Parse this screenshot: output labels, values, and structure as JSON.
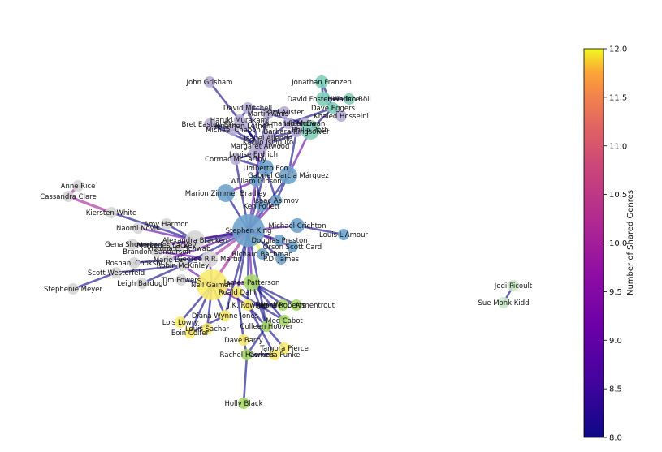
{
  "colorbar": {
    "label": "Number of Shared Genres",
    "ticks": [
      "8.0",
      "8.5",
      "9.0",
      "9.5",
      "10.0",
      "10.5",
      "11.0",
      "11.5",
      "12.0"
    ],
    "min": 8.0,
    "max": 12.0,
    "colormap": "plasma"
  },
  "community_colors": {
    "literary": "#b8aed6",
    "literary-green": "#7fd1b9",
    "genre-blue": "#6fa4cc",
    "fantasy-gray": "#d6d6d6",
    "children-yellow": "#f8eb6e",
    "ya-green": "#a8d86a",
    "small-green": "#c9e8c6"
  },
  "nodes": [
    {
      "id": "john_grisham",
      "label": "John Grisham",
      "group": "literary"
    },
    {
      "id": "jonathan_franzen",
      "label": "Jonathan Franzen",
      "group": "literary-green"
    },
    {
      "id": "david_foster_wallace",
      "label": "David Foster Wallace",
      "group": "literary-green"
    },
    {
      "id": "heinrich_boll",
      "label": "Heinrich Böll",
      "group": "literary-green"
    },
    {
      "id": "dave_eggers",
      "label": "Dave Eggers",
      "group": "literary-green"
    },
    {
      "id": "khaled_hosseini",
      "label": "Khaled Hosseini",
      "group": "literary"
    },
    {
      "id": "david_mitchell",
      "label": "David Mitchell",
      "group": "literary"
    },
    {
      "id": "martin_amis",
      "label": "Martin Amis",
      "group": "literary"
    },
    {
      "id": "paul_auster",
      "label": "Paul Auster",
      "group": "literary"
    },
    {
      "id": "haruki_murakami",
      "label": "Haruki Murakami",
      "group": "literary"
    },
    {
      "id": "salman_rushdie",
      "label": "Salman Rushdie",
      "group": "literary"
    },
    {
      "id": "ian_mcewan",
      "label": "Ian McEwan",
      "group": "literary"
    },
    {
      "id": "philip_roth",
      "label": "Philip Roth",
      "group": "literary-green"
    },
    {
      "id": "bret_easton_ellis",
      "label": "Bret Easton Ellis",
      "group": "literary"
    },
    {
      "id": "jonathan_lethem",
      "label": "Jonathan Lethem",
      "group": "literary"
    },
    {
      "id": "michael_chabon",
      "label": "Michael Chabon",
      "group": "literary"
    },
    {
      "id": "barbara_kingsolver",
      "label": "Barbara Kingsolver",
      "group": "literary"
    },
    {
      "id": "isabel_allende",
      "label": "Isabel Allende",
      "group": "literary"
    },
    {
      "id": "kazuo_ishiguro",
      "label": "Kazuo Ishiguro",
      "group": "literary"
    },
    {
      "id": "margaret_atwood",
      "label": "Margaret Atwood",
      "group": "literary"
    },
    {
      "id": "louise_erdrich",
      "label": "Louise Erdrich",
      "group": "literary"
    },
    {
      "id": "cormac_mccarthy",
      "label": "Cormac McCarthy",
      "group": "literary"
    },
    {
      "id": "umberto_eco",
      "label": "Umberto Eco",
      "group": "genre-blue"
    },
    {
      "id": "gabriel_garcia_marquez",
      "label": "Gabriel García Márquez",
      "group": "genre-blue"
    },
    {
      "id": "william_gibson",
      "label": "William Gibson",
      "group": "genre-blue"
    },
    {
      "id": "marion_zimmer_bradley",
      "label": "Marion Zimmer Bradley",
      "group": "genre-blue"
    },
    {
      "id": "isaac_asimov",
      "label": "Isaac Asimov",
      "group": "genre-blue"
    },
    {
      "id": "ken_follett",
      "label": "Ken Follett",
      "group": "genre-blue"
    },
    {
      "id": "stephen_king",
      "label": "Stephen King",
      "group": "genre-blue"
    },
    {
      "id": "michael_crichton",
      "label": "Michael Crichton",
      "group": "genre-blue"
    },
    {
      "id": "louis_lamour",
      "label": "Louis L'Amour",
      "group": "genre-blue"
    },
    {
      "id": "douglas_preston",
      "label": "Douglas Preston",
      "group": "genre-blue"
    },
    {
      "id": "orson_scott_card",
      "label": "Orson Scott Card",
      "group": "genre-blue"
    },
    {
      "id": "richard_bachman",
      "label": "Richard Bachman",
      "group": "genre-blue"
    },
    {
      "id": "pd_james",
      "label": "P.D. James",
      "group": "genre-blue"
    },
    {
      "id": "anne_rice",
      "label": "Anne Rice",
      "group": "fantasy-gray"
    },
    {
      "id": "cassandra_clare",
      "label": "Cassandra Clare",
      "group": "fantasy-gray"
    },
    {
      "id": "kiersten_white",
      "label": "Kiersten White",
      "group": "fantasy-gray"
    },
    {
      "id": "naomi_novik",
      "label": "Naomi Novik",
      "group": "fantasy-gray"
    },
    {
      "id": "amy_harmon",
      "label": "Amy Harmon",
      "group": "fantasy-gray"
    },
    {
      "id": "alexandra_bracken",
      "label": "Alexandra Bracken",
      "group": "fantasy-gray"
    },
    {
      "id": "gena_showalter",
      "label": "Gena Showalter",
      "group": "fantasy-gray"
    },
    {
      "id": "mercedes_lackey",
      "label": "Mercedes Lackey",
      "group": "fantasy-gray"
    },
    {
      "id": "victoria_schwab",
      "label": "Victoria E. Schwab",
      "group": "fantasy-gray"
    },
    {
      "id": "brandon_sanderson",
      "label": "Brandon Sanderson",
      "group": "fantasy-gray"
    },
    {
      "id": "george_rr_martin",
      "label": "George R.R. Martin",
      "group": "fantasy-gray"
    },
    {
      "id": "marie_lu",
      "label": "Marie Lu",
      "group": "fantasy-gray"
    },
    {
      "id": "roshani_chokshi",
      "label": "Roshani Chokshi",
      "group": "fantasy-gray"
    },
    {
      "id": "robin_mckinley",
      "label": "Robin McKinley",
      "group": "fantasy-gray"
    },
    {
      "id": "scott_westerfeld",
      "label": "Scott Westerfeld",
      "group": "fantasy-gray"
    },
    {
      "id": "leigh_bardugo",
      "label": "Leigh Bardugo",
      "group": "fantasy-gray"
    },
    {
      "id": "tim_powers",
      "label": "Tim Powers",
      "group": "fantasy-gray"
    },
    {
      "id": "stephenie_meyer",
      "label": "Stephenie Meyer",
      "group": "fantasy-gray"
    },
    {
      "id": "neil_gaiman",
      "label": "Neil Gaiman",
      "group": "children-yellow"
    },
    {
      "id": "james_patterson",
      "label": "James Patterson",
      "group": "ya-green"
    },
    {
      "id": "roald_dahl",
      "label": "Roald Dahl",
      "group": "children-yellow"
    },
    {
      "id": "jk_rowling",
      "label": "J.K. Rowling",
      "group": "children-yellow"
    },
    {
      "id": "nora_roberts",
      "label": "Nora Roberts",
      "group": "ya-green"
    },
    {
      "id": "jennifer_armentrout",
      "label": "Jennifer L. Armentrout",
      "group": "ya-green"
    },
    {
      "id": "diana_wynne_jones",
      "label": "Diana Wynne Jones",
      "group": "children-yellow"
    },
    {
      "id": "lois_lowry",
      "label": "Lois Lowry",
      "group": "children-yellow"
    },
    {
      "id": "meg_cabot",
      "label": "Meg Cabot",
      "group": "ya-green"
    },
    {
      "id": "louis_sachar",
      "label": "Louis Sachar",
      "group": "children-yellow"
    },
    {
      "id": "colleen_hoover",
      "label": "Colleen Hoover",
      "group": "ya-green"
    },
    {
      "id": "eoin_colfer",
      "label": "Eoin Colfer",
      "group": "children-yellow"
    },
    {
      "id": "dave_barry",
      "label": "Dave Barry",
      "group": "children-yellow"
    },
    {
      "id": "tamora_pierce",
      "label": "Tamora Pierce",
      "group": "children-yellow"
    },
    {
      "id": "rachel_hawkins",
      "label": "Rachel Hawkins",
      "group": "ya-green"
    },
    {
      "id": "cornelia_funke",
      "label": "Cornelia Funke",
      "group": "children-yellow"
    },
    {
      "id": "holly_black",
      "label": "Holly Black",
      "group": "ya-green"
    },
    {
      "id": "jodi_picoult",
      "label": "Jodi Picoult",
      "group": "small-green"
    },
    {
      "id": "sue_monk_kidd",
      "label": "Sue Monk Kidd",
      "group": "small-green"
    }
  ],
  "edges": [
    {
      "source": "stephen_king",
      "target": "neil_gaiman",
      "weight": 10
    },
    {
      "source": "stephen_king",
      "target": "richard_bachman",
      "weight": 12
    },
    {
      "source": "stephen_king",
      "target": "alexandra_bracken",
      "weight": 10
    },
    {
      "source": "stephen_king",
      "target": "james_patterson",
      "weight": 9
    },
    {
      "source": "stephen_king",
      "target": "ken_follett",
      "weight": 9
    },
    {
      "source": "stephen_king",
      "target": "isaac_asimov",
      "weight": 9
    },
    {
      "source": "stephen_king",
      "target": "michael_crichton",
      "weight": 9
    },
    {
      "source": "stephen_king",
      "target": "douglas_preston",
      "weight": 8
    },
    {
      "source": "stephen_king",
      "target": "orson_scott_card",
      "weight": 9
    },
    {
      "source": "stephen_king",
      "target": "pd_james",
      "weight": 8
    },
    {
      "source": "stephen_king",
      "target": "marion_zimmer_bradley",
      "weight": 8
    },
    {
      "source": "stephen_king",
      "target": "william_gibson",
      "weight": 9
    },
    {
      "source": "stephen_king",
      "target": "umberto_eco",
      "weight": 8
    },
    {
      "source": "stephen_king",
      "target": "gabriel_garcia_marquez",
      "weight": 8
    },
    {
      "source": "stephen_king",
      "target": "roald_dahl",
      "weight": 8
    },
    {
      "source": "stephen_king",
      "target": "george_rr_martin",
      "weight": 10
    },
    {
      "source": "stephen_king",
      "target": "jk_rowling",
      "weight": 8
    },
    {
      "source": "stephen_king",
      "target": "diana_wynne_jones",
      "weight": 8
    },
    {
      "source": "stephen_king",
      "target": "mercedes_lackey",
      "weight": 8
    },
    {
      "source": "stephen_king",
      "target": "robin_mckinley",
      "weight": 8
    },
    {
      "source": "stephen_king",
      "target": "victoria_schwab",
      "weight": 8
    },
    {
      "source": "stephen_king",
      "target": "marie_lu",
      "weight": 9
    },
    {
      "source": "stephen_king",
      "target": "cormac_mccarthy",
      "weight": 8
    },
    {
      "source": "stephen_king",
      "target": "colleen_hoover",
      "weight": 8
    },
    {
      "source": "michael_crichton",
      "target": "louis_lamour",
      "weight": 8
    },
    {
      "source": "isaac_asimov",
      "target": "umberto_eco",
      "weight": 8
    },
    {
      "source": "isaac_asimov",
      "target": "gabriel_garcia_marquez",
      "weight": 8
    },
    {
      "source": "ken_follett",
      "target": "william_gibson",
      "weight": 8
    },
    {
      "source": "marion_zimmer_bradley",
      "target": "william_gibson",
      "weight": 9
    },
    {
      "source": "umberto_eco",
      "target": "louise_erdrich",
      "weight": 8
    },
    {
      "source": "umberto_eco",
      "target": "cormac_mccarthy",
      "weight": 8
    },
    {
      "source": "gabriel_garcia_marquez",
      "target": "barbara_kingsolver",
      "weight": 8
    },
    {
      "source": "gabriel_garcia_marquez",
      "target": "philip_roth",
      "weight": 9
    },
    {
      "source": "william_gibson",
      "target": "margaret_atwood",
      "weight": 9
    },
    {
      "source": "william_gibson",
      "target": "isabel_allende",
      "weight": 8
    },
    {
      "source": "cormac_mccarthy",
      "target": "louise_erdrich",
      "weight": 8
    },
    {
      "source": "louise_erdrich",
      "target": "margaret_atwood",
      "weight": 8
    },
    {
      "source": "margaret_atwood",
      "target": "kazuo_ishiguro",
      "weight": 8
    },
    {
      "source": "kazuo_ishiguro",
      "target": "isabel_allende",
      "weight": 8
    },
    {
      "source": "isabel_allende",
      "target": "barbara_kingsolver",
      "weight": 8
    },
    {
      "source": "barbara_kingsolver",
      "target": "philip_roth",
      "weight": 8
    },
    {
      "source": "margaret_atwood",
      "target": "john_grisham",
      "weight": 8
    },
    {
      "source": "margaret_atwood",
      "target": "haruki_murakami",
      "weight": 8
    },
    {
      "source": "margaret_atwood",
      "target": "jonathan_lethem",
      "weight": 8
    },
    {
      "source": "margaret_atwood",
      "target": "michael_chabon",
      "weight": 8
    },
    {
      "source": "margaret_atwood",
      "target": "bret_easton_ellis",
      "weight": 8
    },
    {
      "source": "margaret_atwood",
      "target": "david_mitchell",
      "weight": 8
    },
    {
      "source": "margaret_atwood",
      "target": "martin_amis",
      "weight": 8
    },
    {
      "source": "margaret_atwood",
      "target": "salman_rushdie",
      "weight": 8
    },
    {
      "source": "margaret_atwood",
      "target": "philip_roth",
      "weight": 8
    },
    {
      "source": "haruki_murakami",
      "target": "david_mitchell",
      "weight": 8
    },
    {
      "source": "david_mitchell",
      "target": "paul_auster",
      "weight": 8
    },
    {
      "source": "martin_amis",
      "target": "ian_mcewan",
      "weight": 8
    },
    {
      "source": "salman_rushdie",
      "target": "ian_mcewan",
      "weight": 8
    },
    {
      "source": "ian_mcewan",
      "target": "philip_roth",
      "weight": 8
    },
    {
      "source": "philip_roth",
      "target": "dave_eggers",
      "weight": 8
    },
    {
      "source": "dave_eggers",
      "target": "jonathan_franzen",
      "weight": 8
    },
    {
      "source": "dave_eggers",
      "target": "david_foster_wallace",
      "weight": 8
    },
    {
      "source": "david_foster_wallace",
      "target": "heinrich_boll",
      "weight": 8
    },
    {
      "source": "dave_eggers",
      "target": "khaled_hosseini",
      "weight": 8
    },
    {
      "source": "dave_eggers",
      "target": "salman_rushdie",
      "weight": 8
    },
    {
      "source": "jonathan_franzen",
      "target": "david_foster_wallace",
      "weight": 8
    },
    {
      "source": "bret_easton_ellis",
      "target": "michael_chabon",
      "weight": 8
    },
    {
      "source": "anne_rice",
      "target": "cassandra_clare",
      "weight": 10
    },
    {
      "source": "cassandra_clare",
      "target": "kiersten_white",
      "weight": 10
    },
    {
      "source": "kiersten_white",
      "target": "alexandra_bracken",
      "weight": 8
    },
    {
      "source": "naomi_novik",
      "target": "alexandra_bracken",
      "weight": 9
    },
    {
      "source": "amy_harmon",
      "target": "alexandra_bracken",
      "weight": 8
    },
    {
      "source": "gena_showalter",
      "target": "mercedes_lackey",
      "weight": 8
    },
    {
      "source": "alexandra_bracken",
      "target": "mercedes_lackey",
      "weight": 9
    },
    {
      "source": "alexandra_bracken",
      "target": "victoria_schwab",
      "weight": 10
    },
    {
      "source": "brandon_sanderson",
      "target": "george_rr_martin",
      "weight": 9
    },
    {
      "source": "marie_lu",
      "target": "george_rr_martin",
      "weight": 8
    },
    {
      "source": "roshani_chokshi",
      "target": "marie_lu",
      "weight": 8
    },
    {
      "source": "robin_mckinley",
      "target": "neil_gaiman",
      "weight": 9
    },
    {
      "source": "scott_westerfeld",
      "target": "robin_mckinley",
      "weight": 8
    },
    {
      "source": "leigh_bardugo",
      "target": "robin_mckinley",
      "weight": 8
    },
    {
      "source": "tim_powers",
      "target": "neil_gaiman",
      "weight": 8
    },
    {
      "source": "stephenie_meyer",
      "target": "scott_westerfeld",
      "weight": 8
    },
    {
      "source": "george_rr_martin",
      "target": "neil_gaiman",
      "weight": 9
    },
    {
      "source": "neil_gaiman",
      "target": "roald_dahl",
      "weight": 9
    },
    {
      "source": "neil_gaiman",
      "target": "diana_wynne_jones",
      "weight": 8
    },
    {
      "source": "neil_gaiman",
      "target": "lois_lowry",
      "weight": 8
    },
    {
      "source": "neil_gaiman",
      "target": "eoin_colfer",
      "weight": 8
    },
    {
      "source": "neil_gaiman",
      "target": "louis_sachar",
      "weight": 8
    },
    {
      "source": "neil_gaiman",
      "target": "james_patterson",
      "weight": 9
    },
    {
      "source": "neil_gaiman",
      "target": "jk_rowling",
      "weight": 9
    },
    {
      "source": "james_patterson",
      "target": "nora_roberts",
      "weight": 8
    },
    {
      "source": "james_patterson",
      "target": "jennifer_armentrout",
      "weight": 8
    },
    {
      "source": "james_patterson",
      "target": "meg_cabot",
      "weight": 8
    },
    {
      "source": "james_patterson",
      "target": "colleen_hoover",
      "weight": 8
    },
    {
      "source": "jk_rowling",
      "target": "nora_roberts",
      "weight": 8
    },
    {
      "source": "jk_rowling",
      "target": "tamora_pierce",
      "weight": 8
    },
    {
      "source": "jk_rowling",
      "target": "cornelia_funke",
      "weight": 8
    },
    {
      "source": "roald_dahl",
      "target": "dave_barry",
      "weight": 8
    },
    {
      "source": "roald_dahl",
      "target": "meg_cabot",
      "weight": 8
    },
    {
      "source": "colleen_hoover",
      "target": "rachel_hawkins",
      "weight": 8
    },
    {
      "source": "dave_barry",
      "target": "rachel_hawkins",
      "weight": 8
    },
    {
      "source": "rachel_hawkins",
      "target": "holly_black",
      "weight": 8
    },
    {
      "source": "rachel_hawkins",
      "target": "cornelia_funke",
      "weight": 8
    },
    {
      "source": "diana_wynne_jones",
      "target": "eoin_colfer",
      "weight": 8
    },
    {
      "source": "jodi_picoult",
      "target": "sue_monk_kidd",
      "weight": 8
    }
  ]
}
